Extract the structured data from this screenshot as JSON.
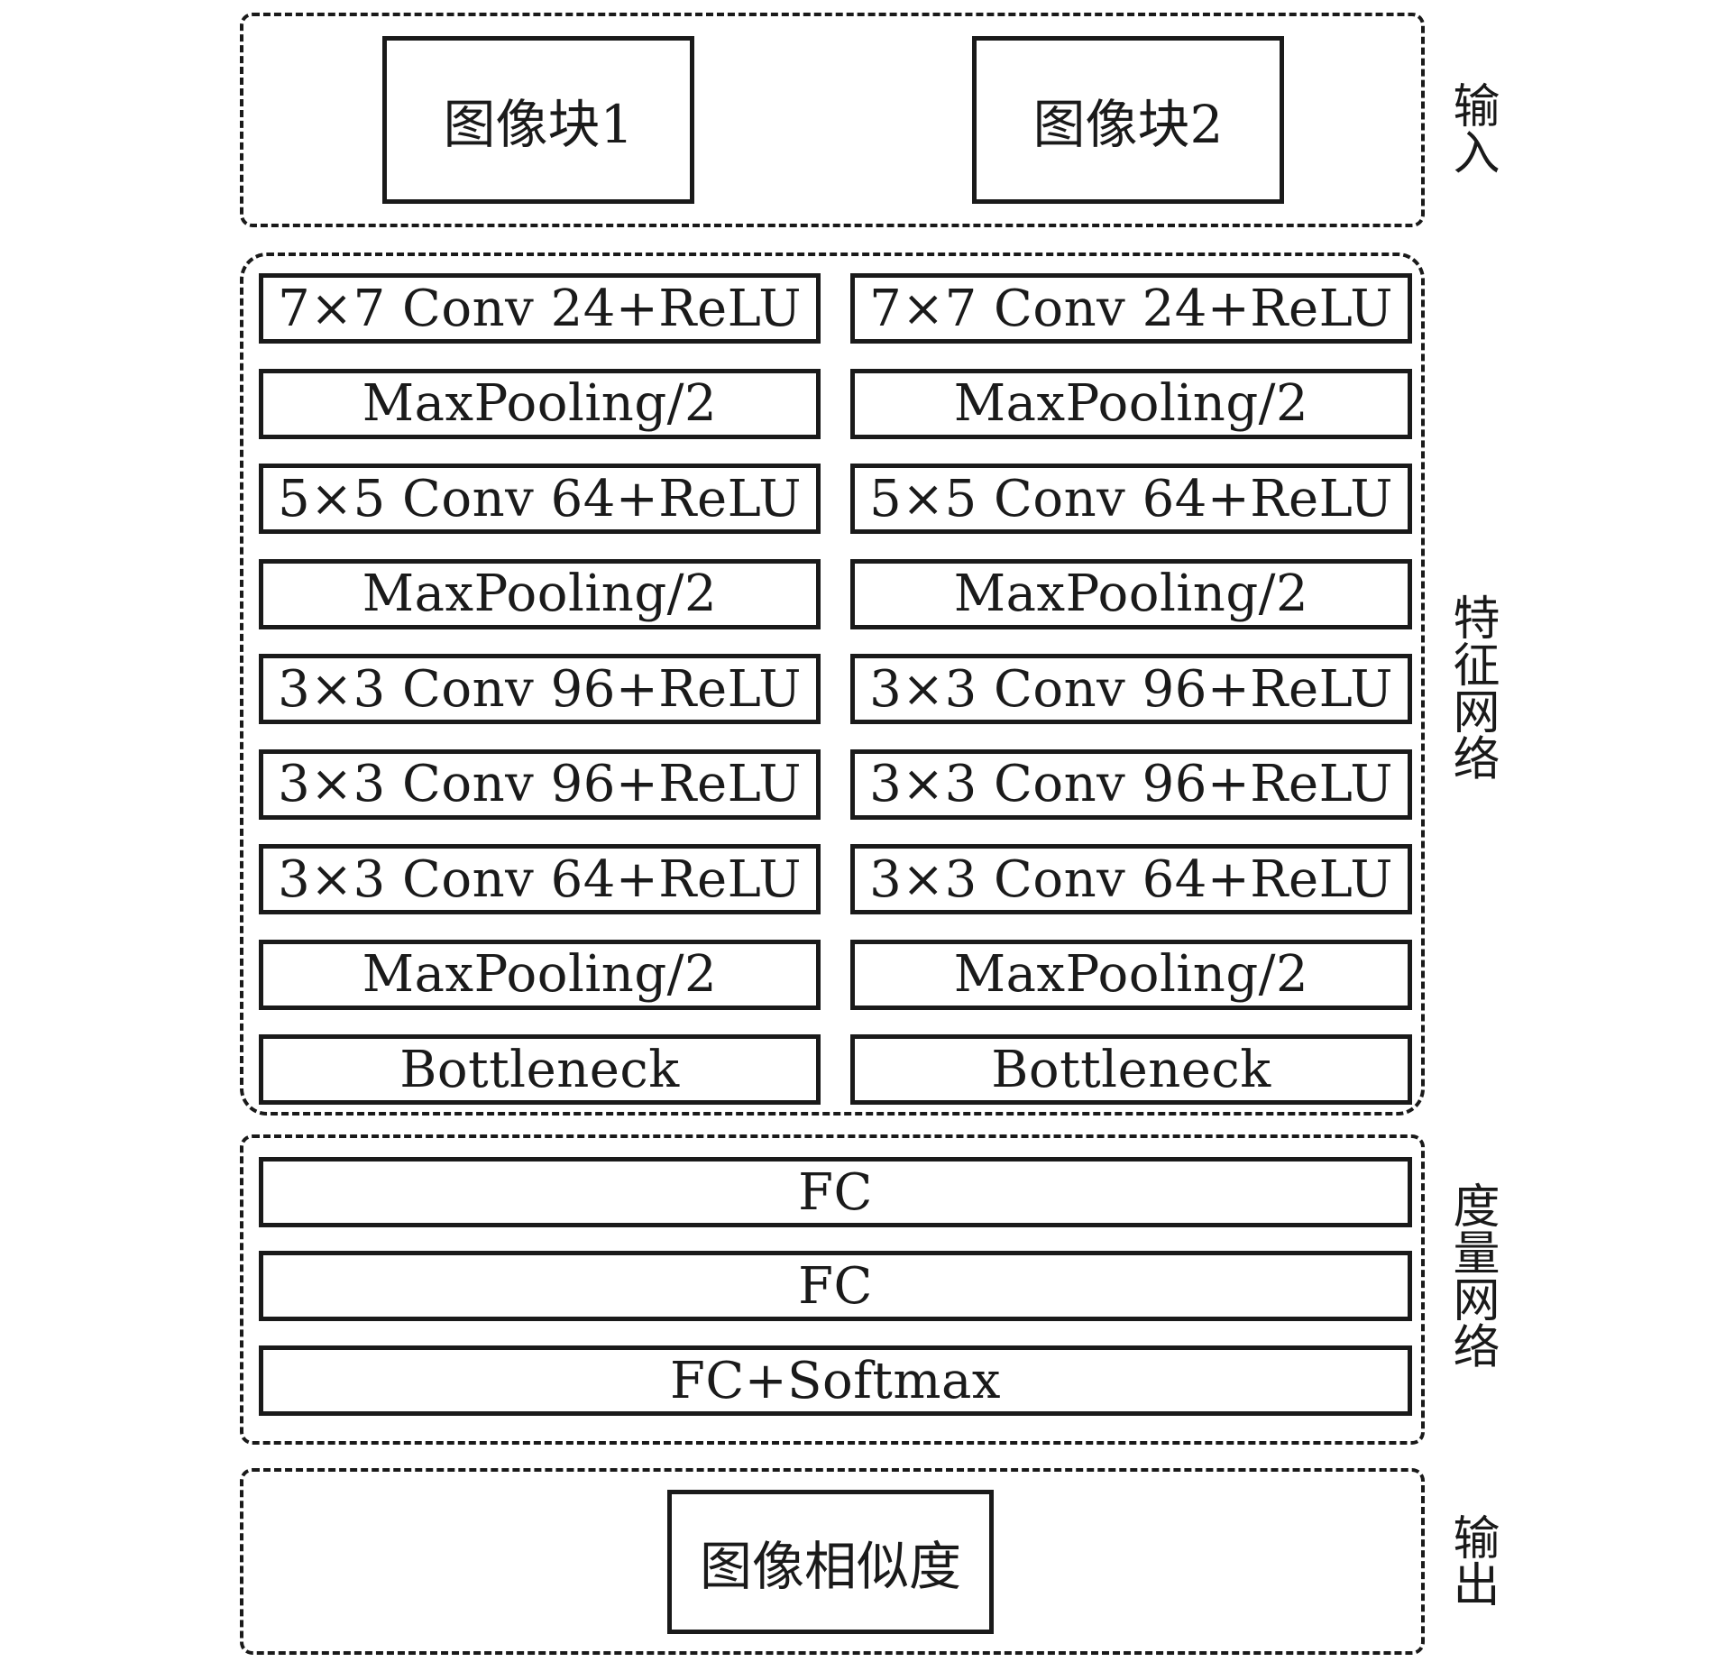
{
  "input": {
    "label": "输入",
    "blocks": [
      "图像块1",
      "图像块2"
    ]
  },
  "feature_network": {
    "label": "特征网络",
    "left_layers": [
      "7×7 Conv 24+ReLU",
      "MaxPooling/2",
      "5×5 Conv 64+ReLU",
      "MaxPooling/2",
      "3×3 Conv 96+ReLU",
      "3×3 Conv 96+ReLU",
      "3×3 Conv 64+ReLU",
      "MaxPooling/2",
      "Bottleneck"
    ],
    "right_layers": [
      "7×7 Conv 24+ReLU",
      "MaxPooling/2",
      "5×5 Conv 64+ReLU",
      "MaxPooling/2",
      "3×3 Conv 96+ReLU",
      "3×3 Conv 96+ReLU",
      "3×3 Conv 64+ReLU",
      "MaxPooling/2",
      "Bottleneck"
    ]
  },
  "metric_network": {
    "label": "度量网络",
    "layers": [
      "FC",
      "FC",
      "FC+Softmax"
    ]
  },
  "output": {
    "label": "输出",
    "result": "图像相似度"
  }
}
